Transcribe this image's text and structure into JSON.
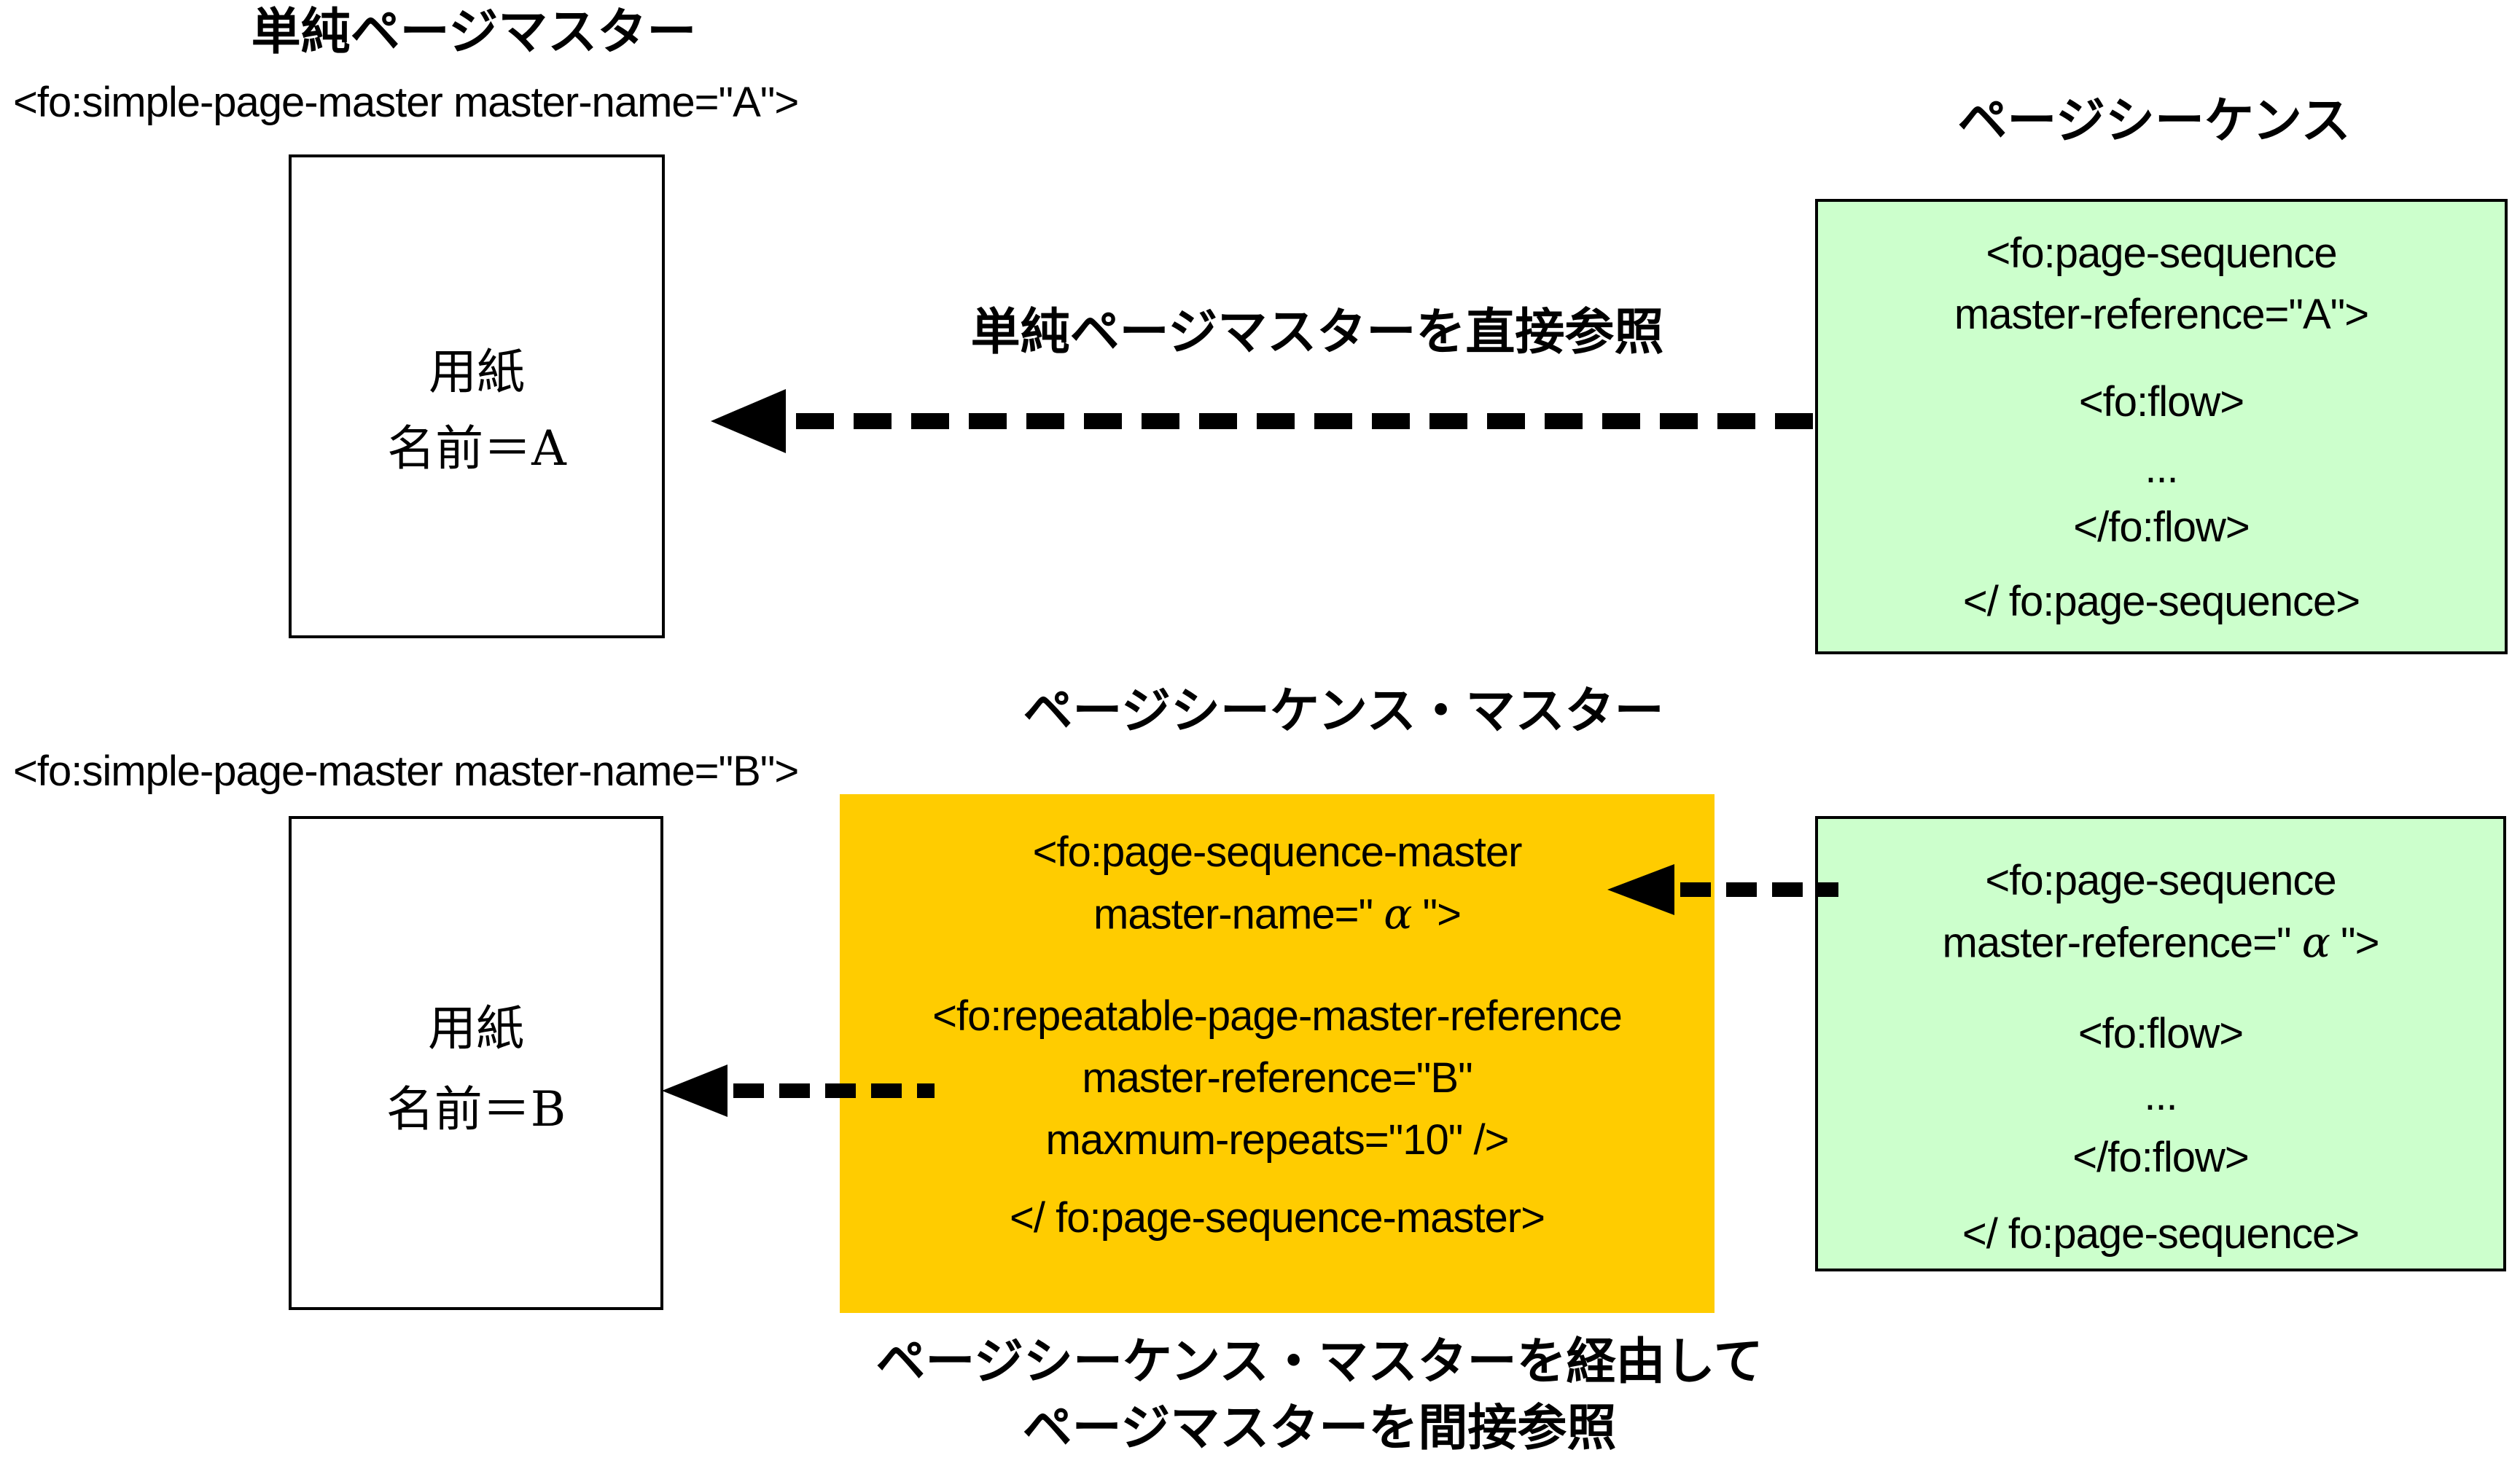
{
  "section_top": {
    "title": "単純ページマスター",
    "code_line": "<fo:simple-page-master master-name=\"A\">",
    "page_box": {
      "line1": "用紙",
      "line2": "名前＝A"
    },
    "arrow_label": "単純ページマスターを直接参照",
    "sequence_title": "ページシーケンス",
    "green_box": {
      "line1": "<fo:page-sequence",
      "line2": "master-reference=\"A\">",
      "line3": "<fo:flow>",
      "line4": "...",
      "line5": "</fo:flow>",
      "line6": "</ fo:page-sequence>"
    }
  },
  "section_bottom": {
    "title": "ページシーケンス・マスター",
    "code_line": "<fo:simple-page-master master-name=\"B\">",
    "page_box": {
      "line1": "用紙",
      "line2": "名前＝B"
    },
    "orange_box": {
      "line1": "<fo:page-sequence-master",
      "line2_pre": "master-name=\" ",
      "line2_alpha": "α",
      "line2_post": " \">",
      "line3": "<fo:repeatable-page-master-reference",
      "line4": "master-reference=\"B\"",
      "line5": "maxmum-repeats=\"10\" />",
      "line6": "</ fo:page-sequence-master>"
    },
    "green_box": {
      "line1": "<fo:page-sequence",
      "line2_pre": "master-reference=\" ",
      "line2_alpha": "α",
      "line2_post": " \">",
      "line3": "<fo:flow>",
      "line4": "...",
      "line5": "</fo:flow>",
      "line6": "</ fo:page-sequence>"
    },
    "caption_line1": "ページシーケンス・マスターを経由して",
    "caption_line2": "ページマスターを間接参照"
  },
  "colors": {
    "green_fill": "#CCFFCC",
    "orange_fill": "#FFCC00",
    "stroke": "#000000"
  }
}
